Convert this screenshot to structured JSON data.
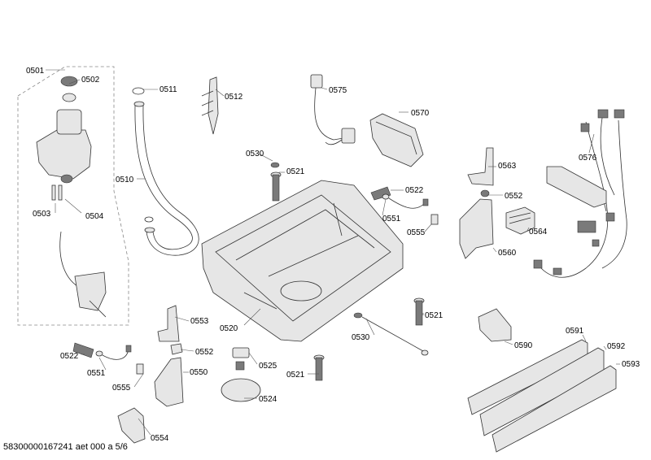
{
  "labels": {
    "p0501": "0501",
    "p0502": "0502",
    "p0503": "0503",
    "p0504": "0504",
    "p0510": "0510",
    "p0511": "0511",
    "p0512": "0512",
    "p0520": "0520",
    "p0521a": "0521",
    "p0521b": "0521",
    "p0521c": "0521",
    "p0522a": "0522",
    "p0522b": "0522",
    "p0524": "0524",
    "p0525": "0525",
    "p0530a": "0530",
    "p0530b": "0530",
    "p0550": "0550",
    "p0551a": "0551",
    "p0551b": "0551",
    "p0552a": "0552",
    "p0552b": "0552",
    "p0553": "0553",
    "p0554": "0554",
    "p0555a": "0555",
    "p0555b": "0555",
    "p0560": "0560",
    "p0563": "0563",
    "p0564": "0564",
    "p0570": "0570",
    "p0575": "0575",
    "p0576": "0576",
    "p0590": "0590",
    "p0591": "0591",
    "p0592": "0592",
    "p0593": "0593"
  },
  "footer": "58300000167241 aet 000 a 5/6"
}
